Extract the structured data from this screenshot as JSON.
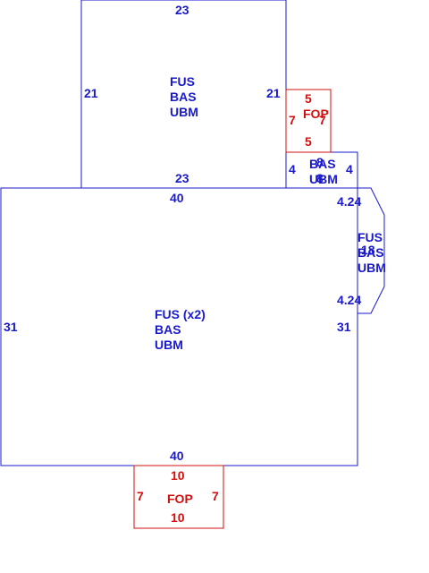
{
  "colors": {
    "main": "#1a1acc",
    "porch": "#d01010"
  },
  "areas": {
    "upper": {
      "lines": [
        "FUS",
        "BAS",
        "UBM"
      ]
    },
    "main": {
      "lines": [
        "FUS (x2)",
        "BAS",
        "UBM"
      ]
    },
    "small": {
      "lines": [
        "BAS",
        "UBM"
      ]
    },
    "bay": {
      "lines": [
        "FUS",
        "BAS",
        "UBM"
      ]
    },
    "porch_top": {
      "label": "FOP"
    },
    "porch_bottom": {
      "label": "FOP"
    }
  },
  "dimensions": {
    "upper_top": "23",
    "upper_left": "21",
    "upper_right": "21",
    "upper_bottom": "23",
    "main_top": "40",
    "main_left": "31",
    "main_right": "31",
    "main_bottom": "40",
    "small_left": "4",
    "small_right": "4",
    "small_top": "8",
    "small_bottom": "8",
    "bay_upper": "4.24",
    "bay_lower": "4.24",
    "bay_mid": "18",
    "porch_top_top": "5",
    "porch_top_left": "7",
    "porch_top_right": "7",
    "porch_top_bottom": "5",
    "porch_bottom_top": "10",
    "porch_bottom_left": "7",
    "porch_bottom_right": "7",
    "porch_bottom_bottom": "10"
  }
}
